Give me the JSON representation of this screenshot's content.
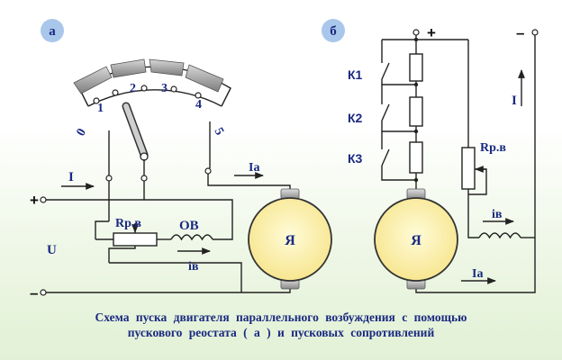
{
  "panel_a": {
    "badge": "а",
    "contacts": [
      "0",
      "1",
      "2",
      "3",
      "4",
      "5"
    ],
    "current_I": "I",
    "current_Ia": "Iа",
    "resistor_label": "Rр.в",
    "field_winding": "ОВ",
    "field_current": "iв",
    "plus": "+",
    "minus": "–",
    "voltage": "U",
    "armature": "Я"
  },
  "panel_b": {
    "badge": "б",
    "plus": "+",
    "minus": "–",
    "contactors": [
      "К1",
      "К2",
      "К3"
    ],
    "current_I": "I",
    "resistor_label": "Rр.в",
    "field_current": "iв",
    "current_Ia": "Iа",
    "armature": "Я"
  },
  "caption": {
    "line1": "Схема пуска двигателя параллельного возбуждения с помощью",
    "line2": "пускового реостата ( а ) и пусковых сопротивлений"
  },
  "colors": {
    "label_blue": "#1a2a80",
    "armature_fill": "#fff2a8",
    "segment_gray": "#9a9a9a",
    "badge_blue": "#a9c7ea"
  }
}
